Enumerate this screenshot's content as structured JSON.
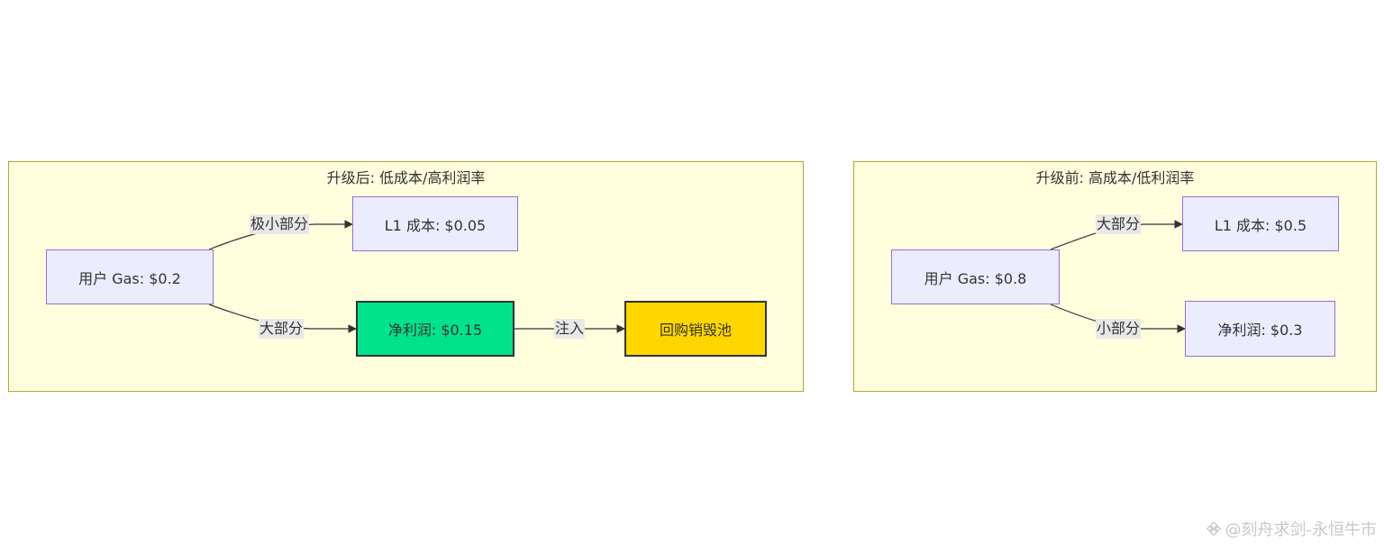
{
  "after": {
    "title": "升级后: 低成本/高利润率",
    "user_gas": "用户 Gas: $0.2",
    "l1_cost": "L1 成本: $0.05",
    "net_profit": "净利润: $0.15",
    "buyback_pool": "回购销毁池",
    "edge_small": "极小部分",
    "edge_large": "大部分",
    "edge_inject": "注入"
  },
  "before": {
    "title": "升级前: 高成本/低利润率",
    "user_gas": "用户 Gas: $0.8",
    "l1_cost": "L1 成本: $0.5",
    "net_profit": "净利润: $0.3",
    "edge_large": "大部分",
    "edge_small": "小部分"
  },
  "watermark": {
    "text": "@刻舟求剑-永恒牛市"
  },
  "colors": {
    "cluster_fill": "#ffffde",
    "cluster_border": "#aaaa33",
    "node_fill": "#ececff",
    "node_border": "#9370db",
    "profit_fill": "#00e38c",
    "pool_fill": "#ffd700",
    "edge": "#333333"
  }
}
